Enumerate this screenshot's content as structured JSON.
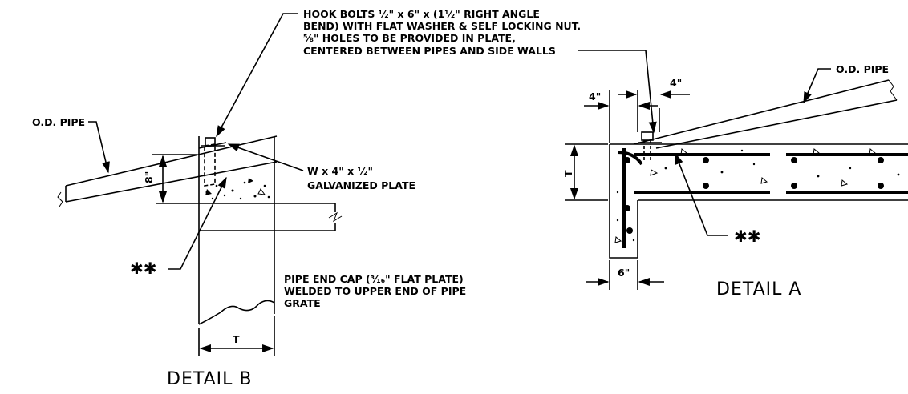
{
  "notes": {
    "hook_bolts_line1": "HOOK BOLTS ½\" x 6\" x (1½\" RIGHT ANGLE",
    "hook_bolts_line2": "BEND) WITH FLAT WASHER & SELF LOCKING NUT.",
    "hook_bolts_line3": "⅝\" HOLES TO BE PROVIDED IN PLATE,",
    "hook_bolts_line4": "CENTERED BETWEEN PIPES AND SIDE WALLS",
    "plate_line1": "W x 4\" x ½\"",
    "plate_line2": "GALVANIZED PLATE",
    "endcap_line1": "PIPE END CAP (³⁄₁₆\" FLAT PLATE)",
    "endcap_line2": "WELDED TO UPPER END OF PIPE",
    "endcap_line3": "GRATE"
  },
  "detail_b": {
    "title": "DETAIL B",
    "od_pipe": "O.D. PIPE",
    "dim_8": "8\"",
    "dim_t": "T",
    "stars": "✱✱"
  },
  "detail_a": {
    "title": "DETAIL A",
    "od_pipe": "O.D. PIPE",
    "dim_4_left": "4\"",
    "dim_4_right": "4\"",
    "dim_t": "T",
    "dim_6": "6\"",
    "stars": "✱✱"
  }
}
